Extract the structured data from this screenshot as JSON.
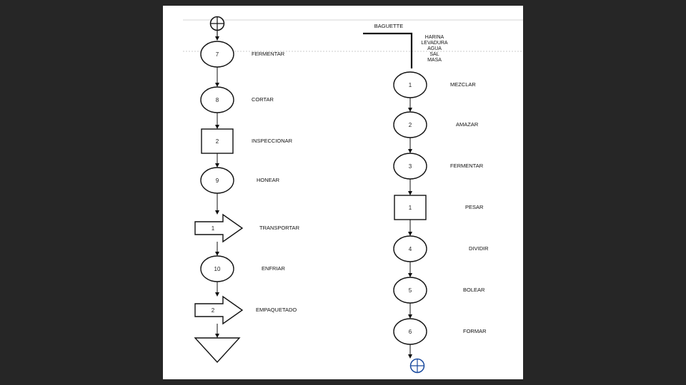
{
  "product": "BAGUETTE",
  "ingredients": [
    "HARINA",
    "LEVADURA",
    "AGUA",
    "SAL",
    "MASA"
  ],
  "right_column": [
    {
      "type": "operation",
      "num": "1",
      "label": "MEZCLAR"
    },
    {
      "type": "operation",
      "num": "2",
      "label": "AMAZAR"
    },
    {
      "type": "operation",
      "num": "3",
      "label": "FERMENTAR"
    },
    {
      "type": "inspection",
      "num": "1",
      "label": "PESAR"
    },
    {
      "type": "operation",
      "num": "4",
      "label": "DIVIDIR"
    },
    {
      "type": "operation",
      "num": "5",
      "label": "BOLEAR"
    },
    {
      "type": "operation",
      "num": "6",
      "label": "FORMAR"
    }
  ],
  "left_column": [
    {
      "type": "operation",
      "num": "7",
      "label": "FERMENTAR"
    },
    {
      "type": "operation",
      "num": "8",
      "label": "CORTAR"
    },
    {
      "type": "inspection",
      "num": "2",
      "label": "INSPECCIONAR"
    },
    {
      "type": "operation",
      "num": "9",
      "label": "HONEAR"
    },
    {
      "type": "transport",
      "num": "1",
      "label": "TRANSPORTAR"
    },
    {
      "type": "operation",
      "num": "10",
      "label": "ENFRIAR"
    },
    {
      "type": "transport",
      "num": "2",
      "label": "EMPAQUETADO"
    },
    {
      "type": "storage",
      "num": "",
      "label": ""
    }
  ]
}
